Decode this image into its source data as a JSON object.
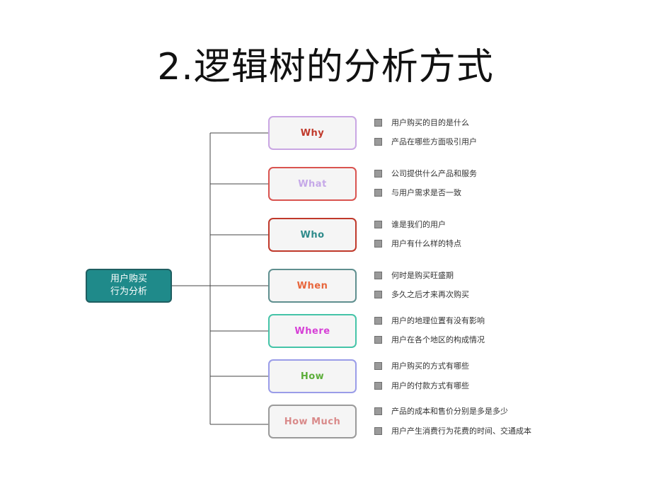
{
  "title": "2.逻辑树的分析方式",
  "root": {
    "line1": "用户购买",
    "line2": "行为分析"
  },
  "branches": [
    {
      "label": "Why",
      "color": "#c0392b",
      "border": "#c9a6e3",
      "items": [
        "用户购买的目的是什么",
        "产品在哪些方面吸引用户"
      ]
    },
    {
      "label": "What",
      "color": "#c5a8e8",
      "border": "#d9534f",
      "items": [
        "公司提供什么产品和服务",
        "与用户需求是否一致"
      ]
    },
    {
      "label": "Who",
      "color": "#2e8b8b",
      "border": "#c0392b",
      "items": [
        "谁是我们的用户",
        "用户有什么样的特点"
      ]
    },
    {
      "label": "When",
      "color": "#e8663c",
      "border": "#5f8f8f",
      "items": [
        "何时是购买旺盛期",
        "多久之后才来再次购买"
      ]
    },
    {
      "label": "Where",
      "color": "#d63fd6",
      "border": "#45c4a8",
      "items": [
        "用户的地理位置有没有影响",
        "用户在各个地区的构成情况"
      ]
    },
    {
      "label": "How",
      "color": "#5cae3a",
      "border": "#9a9ce8",
      "items": [
        "用户购买的方式有哪些",
        "用户的付款方式有哪些"
      ]
    },
    {
      "label": "How Much",
      "color": "#d98a8a",
      "border": "#9a9a9a",
      "items": [
        "产品的成本和售价分别是多是多少",
        "用户产生消费行为花费的时间、交通成本"
      ]
    }
  ]
}
